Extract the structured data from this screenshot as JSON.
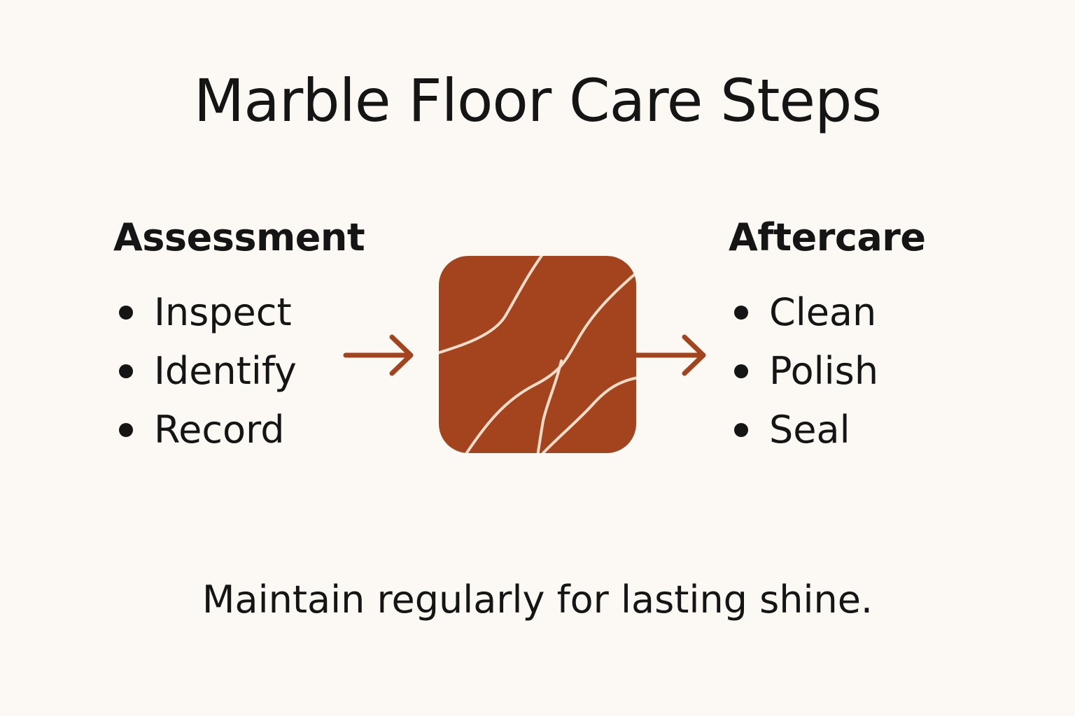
{
  "title": "Marble Floor Care Steps",
  "left": {
    "heading": "Assessment",
    "items": [
      "Inspect",
      "Identify",
      "Record"
    ]
  },
  "right": {
    "heading": "Aftercare",
    "items": [
      "Clean",
      "Polish",
      "Seal"
    ]
  },
  "footer": "Maintain regularly for lasting shine.",
  "colors": {
    "background": "#fcf9f4",
    "accent": "#a3441e",
    "vein": "#f3dcc8",
    "text": "#151515"
  },
  "icons": {
    "center": "marble-tile-icon",
    "arrows": "arrow-right-icon",
    "bullets": "bullet-dot-icon"
  }
}
